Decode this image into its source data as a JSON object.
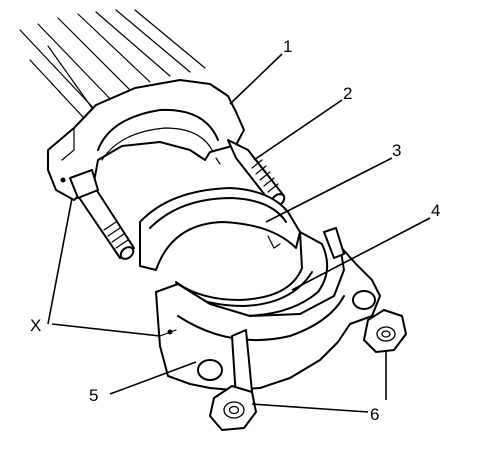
{
  "callouts": {
    "c1": "1",
    "c2": "2",
    "c3": "3",
    "c4": "4",
    "c5": "5",
    "c6": "6",
    "cx": "X"
  },
  "colors": {
    "ink": "#000000",
    "paper": "#ffffff"
  }
}
